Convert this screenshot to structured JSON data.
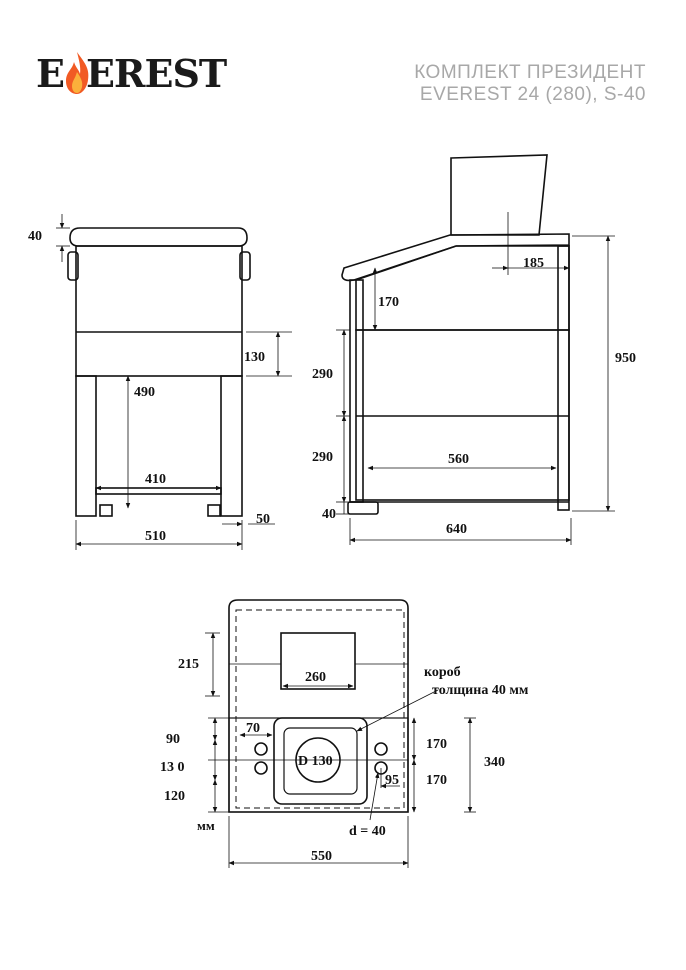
{
  "brand": {
    "logo_text": "EVEREST",
    "logo_initial": "E",
    "logo_rest": "EREST"
  },
  "title": {
    "line1": "КОМПЛЕКТ ПРЕЗИДЕНТ",
    "line2": "EVEREST 24 (280), S-40"
  },
  "colors": {
    "line": "#111111",
    "title": "#a8a8a8",
    "flame_outer": "#f15a24",
    "flame_inner": "#fbb03b"
  },
  "front_view": {
    "d_40": "40",
    "d_130": "130",
    "d_490": "490",
    "d_410": "410",
    "d_510": "510",
    "d_50": "50"
  },
  "side_view": {
    "d_185": "185",
    "d_170": "170",
    "d_950": "950",
    "d_290a": "290",
    "d_290b": "290",
    "d_560": "560",
    "d_40": "40",
    "d_640": "640"
  },
  "top_view": {
    "d_215": "215",
    "d_260": "260",
    "box_label": "короб",
    "box_thickness": "толщина 40 мм",
    "d_90": "90",
    "d_70": "70",
    "d_170a": "170",
    "d_340": "340",
    "d_130": "13 0",
    "chimney": "D 130",
    "d_170b": "170",
    "d_95": "95",
    "d_120": "120",
    "units": "мм",
    "hole_d": "d = 40",
    "d_550": "550"
  }
}
